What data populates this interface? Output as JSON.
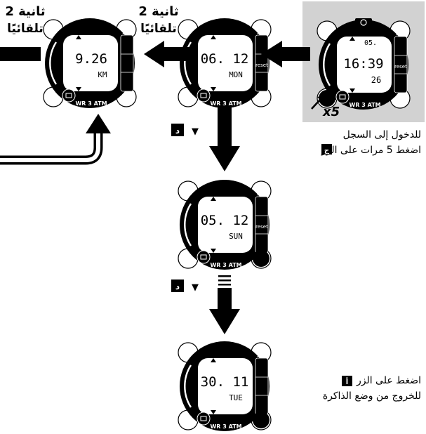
{
  "labels": {
    "auto_2s_left": "2 ثانية",
    "auto_2s_left_sub": "تلقائيًا",
    "auto_2s_mid": "2 ثانية",
    "auto_2s_mid_sub": "تلقائيًا",
    "press_5x": "x5",
    "enter_log_line1": "للدخول إلى السجل",
    "enter_log_line2": "اضغط 5 مرات على الزر",
    "enter_log_key": "ج",
    "exit_line1": "اضغط على الزر",
    "exit_key": "أ",
    "exit_line2": "للخروج من وضع الذاكرة",
    "step_key_1": "د",
    "step_key_2": "د",
    "step_symbol": "▼"
  },
  "watch_common": {
    "brand_band": "WR 3 ATM",
    "reset_label": "reset"
  },
  "watches": [
    {
      "id": "current-time",
      "main": "16:39",
      "sub": "26",
      "badge": "05."
    },
    {
      "id": "log-date-1",
      "main": "06. 12",
      "sub": "MON"
    },
    {
      "id": "log-distance",
      "main": "9.26",
      "sub": "KM"
    },
    {
      "id": "log-date-2",
      "main": "05. 12",
      "sub": "SUN"
    },
    {
      "id": "log-date-3",
      "main": "30. 11",
      "sub": "TUE"
    }
  ],
  "colors": {
    "ink": "#000000",
    "highlight_bg": "#d2d2d2",
    "lcd_bg": "#ffffff"
  }
}
